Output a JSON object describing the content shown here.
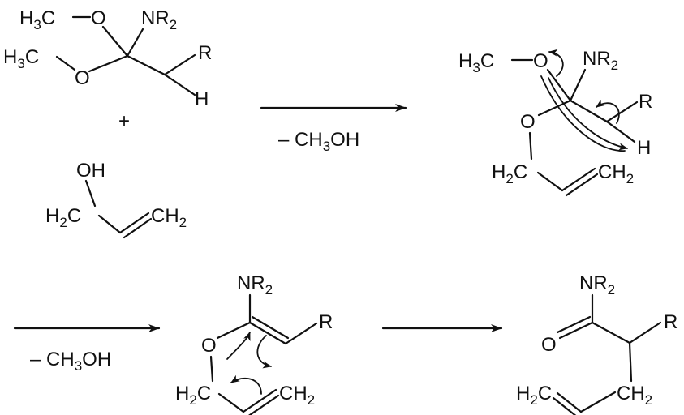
{
  "atoms": {
    "h3c": {
      "main": "H",
      "sub": "3",
      "tail": "C"
    },
    "o": "O",
    "nr2": {
      "main": "NR",
      "sub": "2"
    },
    "r": "R",
    "h": "H",
    "oh": "OH",
    "h2c": {
      "main": "H",
      "sub": "2",
      "tail": "C"
    },
    "ch2": {
      "main": "CH",
      "sub": "2"
    }
  },
  "plus": "+",
  "byproduct": {
    "main": "– CH",
    "sub": "3",
    "tail": "OH"
  }
}
